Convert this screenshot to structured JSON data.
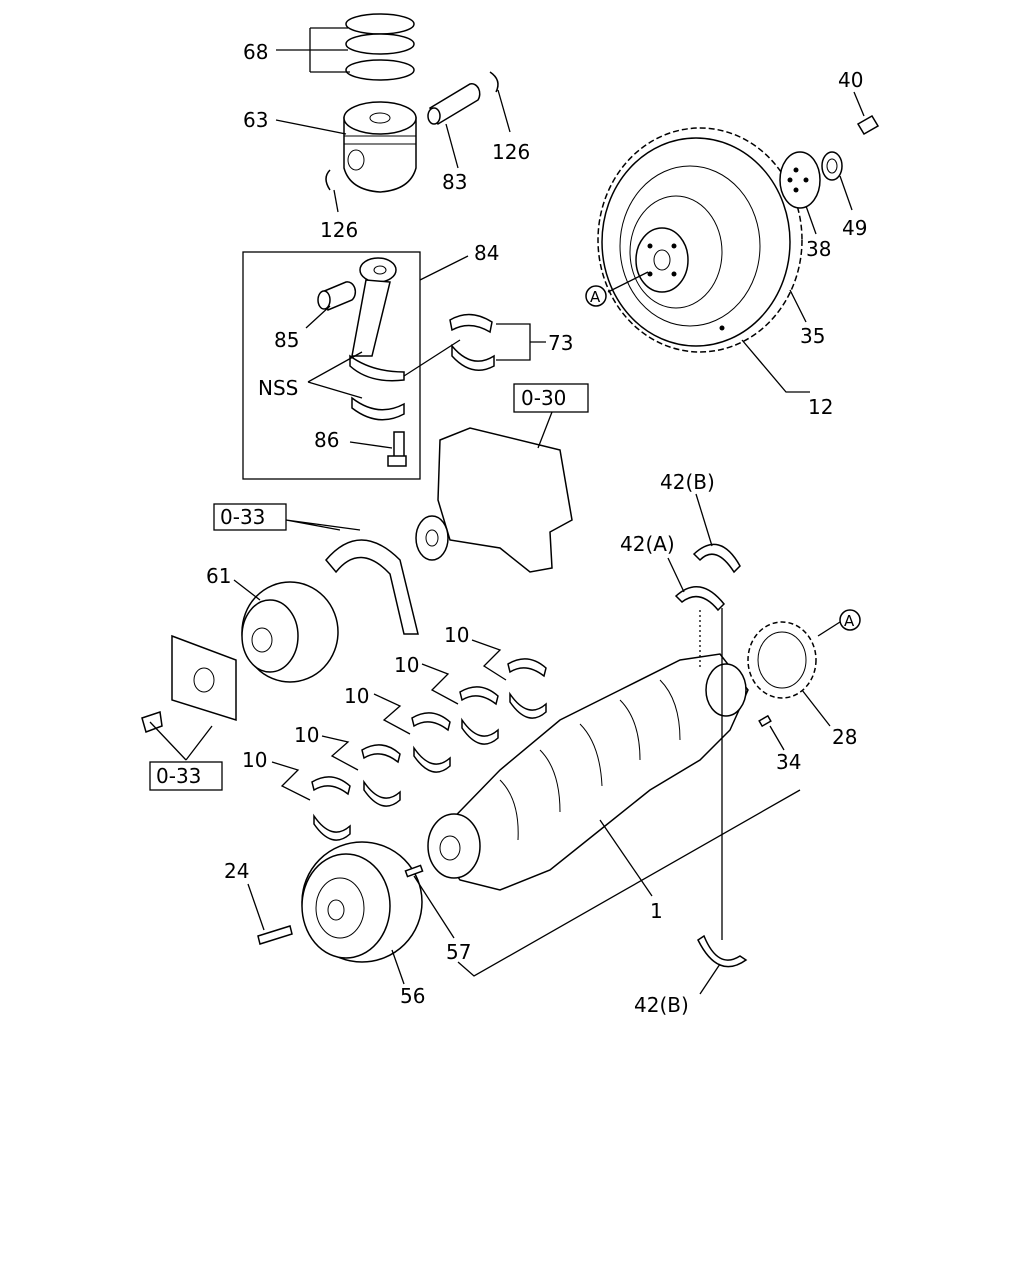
{
  "labels": {
    "l68": "68",
    "l63": "63",
    "l126a": "126",
    "l126b": "126",
    "l83": "83",
    "l40": "40",
    "l49": "49",
    "l38": "38",
    "l35": "35",
    "l12": "12",
    "l84": "84",
    "l85": "85",
    "l73": "73",
    "lnss": "NSS",
    "l86": "86",
    "l42b_top": "42(B)",
    "l42a": "42(A)",
    "l61": "61",
    "l10a": "10",
    "l10b": "10",
    "l10c": "10",
    "l10d": "10",
    "l10e": "10",
    "l28": "28",
    "l34": "34",
    "l24": "24",
    "l1": "1",
    "l57": "57",
    "l56": "56",
    "l42b_bot": "42(B)"
  },
  "refs": {
    "r030": "0-30",
    "r033a": "0-33",
    "r033b": "0-33"
  },
  "callouts": {
    "a1": "A",
    "a2": "A"
  }
}
